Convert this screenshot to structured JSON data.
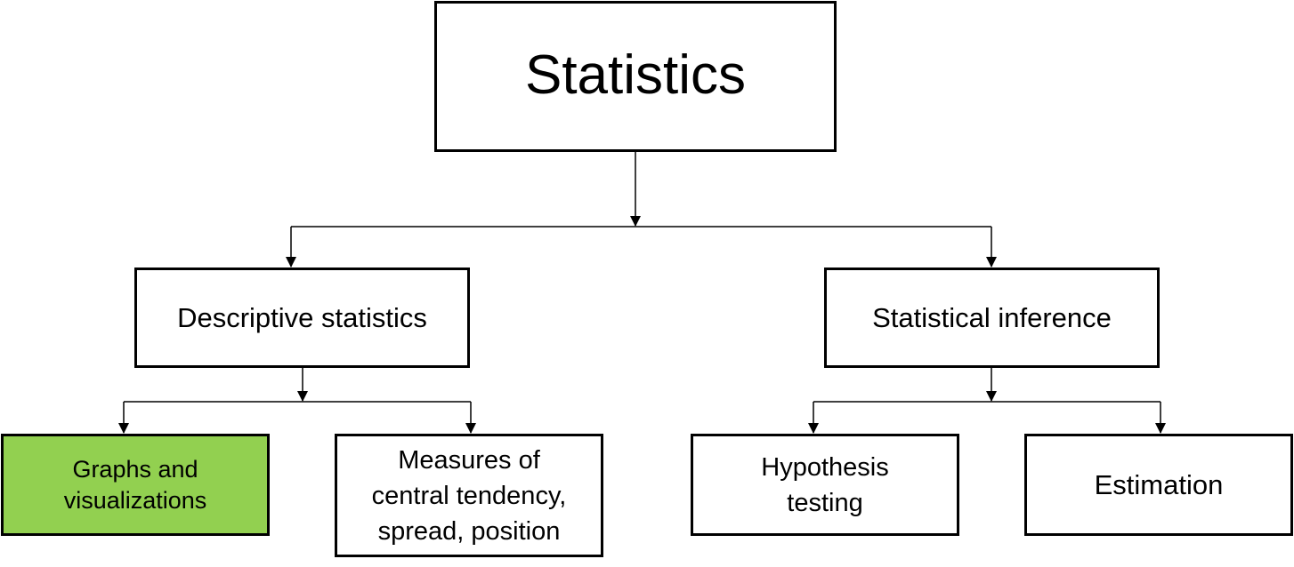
{
  "diagram": {
    "root": {
      "label": "Statistics"
    },
    "branches": [
      {
        "label": "Descriptive statistics",
        "children": [
          {
            "label": "Graphs and\nvisualizations",
            "highlighted": true
          },
          {
            "label": "Measures of\ncentral tendency,\nspread, position",
            "highlighted": false
          }
        ]
      },
      {
        "label": "Statistical inference",
        "children": [
          {
            "label": "Hypothesis\ntesting",
            "highlighted": false
          },
          {
            "label": "Estimation",
            "highlighted": false
          }
        ]
      }
    ]
  },
  "colors": {
    "highlight_fill": "#92d050",
    "default_fill": "#ffffff",
    "stroke": "#000000"
  }
}
